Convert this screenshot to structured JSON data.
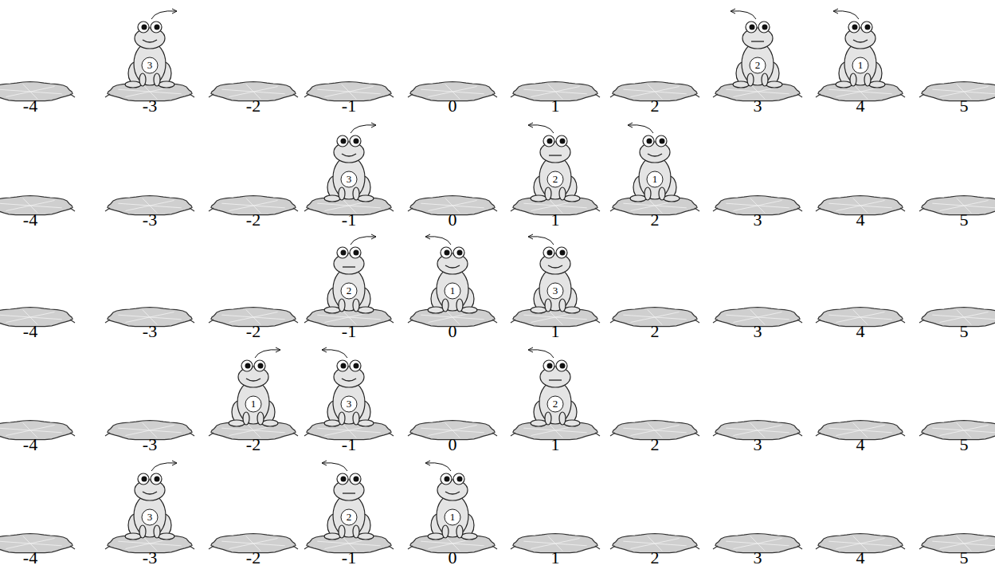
{
  "diagram": {
    "labels": [
      "3",
      "2",
      "1",
      "-4",
      "-3",
      "-2",
      "-1",
      "0",
      "1",
      "2",
      "3",
      "4",
      "5",
      "3",
      "2",
      "1",
      "-4",
      "-3",
      "-2",
      "-1",
      "0",
      "1",
      "2",
      "3",
      "4",
      "5",
      "2",
      "1",
      "3",
      "-4",
      "-3",
      "-2",
      "-1",
      "0",
      "1",
      "2",
      "3",
      "4",
      "5",
      "1",
      "3",
      "2",
      "-4",
      "-3",
      "-2",
      "-1",
      "0",
      "1",
      "2",
      "3",
      "4",
      "5",
      "3",
      "2",
      "1",
      "-4",
      "-3",
      "-2",
      "-1",
      "0",
      "1",
      "2",
      "3",
      "4",
      "5"
    ]
  }
}
